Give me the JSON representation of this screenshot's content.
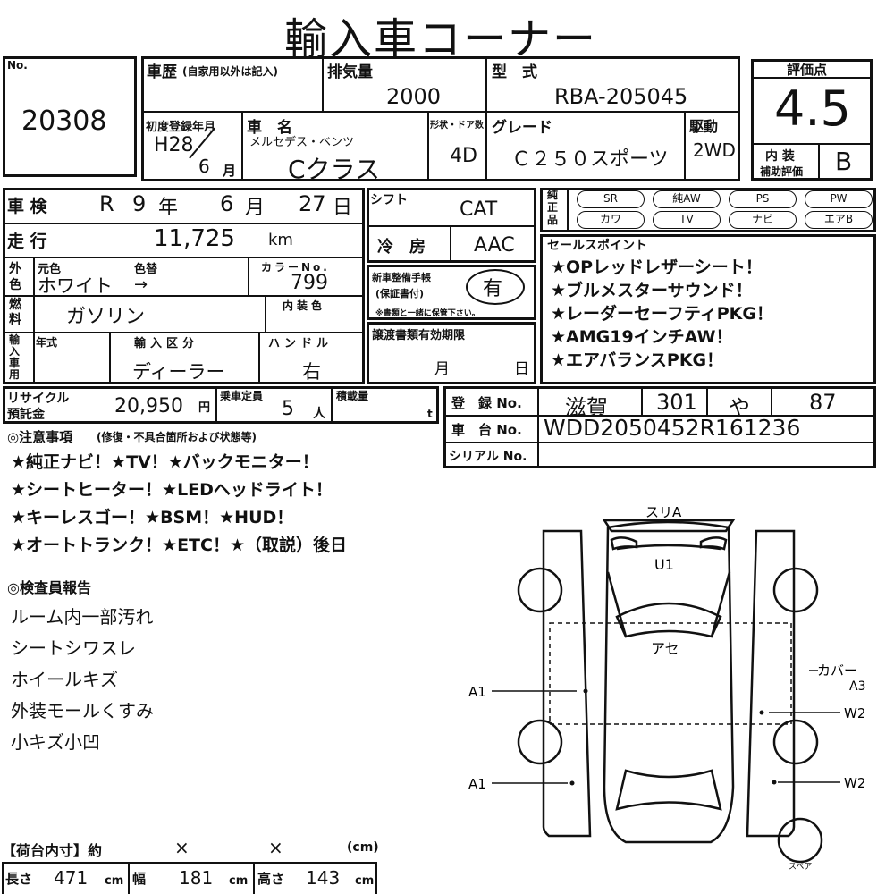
{
  "title": "輸入車コーナー",
  "no_label": "No.",
  "lot_number": "20308",
  "history_label": "車歴",
  "history_note": "(自家用以外は記入)",
  "displacement_label": "排気量",
  "displacement": "2000",
  "model_label": "型　式",
  "model_code": "RBA-205045",
  "first_reg_label": "初度登録年月",
  "first_reg_era_year": "H28",
  "first_reg_month": "6",
  "first_reg_month_unit": "月",
  "car_name_label": "車　名",
  "maker": "メルセデス・ベンツ",
  "car_name": "Cクラス",
  "body_label": "形状・ドア数",
  "doors": "4D",
  "grade_label": "グレード",
  "grade": "Ｃ２５０スポーツ",
  "drive_label": "駆動",
  "drive": "2WD",
  "score_label": "評価点",
  "score": "4.5",
  "interior_label_1": "内 装",
  "interior_label_2": "補助評価",
  "interior_score": "B",
  "inspection_label": "車 検",
  "inspection_era": "R",
  "inspection_year": "9",
  "inspection_month": "6",
  "inspection_day": "27",
  "unit_year": "年",
  "unit_month": "月",
  "unit_day": "日",
  "shift_label": "シフト",
  "shift": "CAT",
  "mileage_label": "走 行",
  "mileage": "11,725",
  "mileage_unit": "km",
  "ac_label": "冷　房",
  "ac": "AAC",
  "exterior_label": "外色",
  "original_color_label": "元色",
  "repaint_label": "色替",
  "color": "ホワイト",
  "color_arrow": "→",
  "color_no_label": "カラーNo.",
  "color_no": "799",
  "warranty_label_1": "新車整備手帳",
  "warranty_label_2": "(保証書付)",
  "warranty_value": "有",
  "warranty_note": "※書類と一緒に保管下さい。",
  "equipment_label": "純正品",
  "equipment": [
    "SR",
    "純AW",
    "PS",
    "PW",
    "カワ",
    "TV",
    "ナビ",
    "エアB"
  ],
  "sales_label": "セールスポイント",
  "sales_points": [
    "★OPレッドレザーシート！",
    "★ブルメスターサウンド！",
    "★レーダーセーフティPKG！",
    "★AMG19インチAW！",
    "★エアバランスPKG！"
  ],
  "fuel_label": "燃料",
  "fuel": "ガソリン",
  "interior_color_label": "内装色",
  "import_label": "輸入車用",
  "model_year_label": "年式",
  "import_type_label": "輸入区分",
  "import_type": "ディーラー",
  "handle_label": "ハンドル",
  "handle": "右",
  "transfer_label": "譲渡書類有効期限",
  "transfer_month": "月",
  "transfer_day": "日",
  "recycle_label_1": "リサイクル",
  "recycle_label_2": "預託金",
  "recycle_amount": "20,950",
  "recycle_unit": "円",
  "capacity_label": "乗車定員",
  "capacity": "5",
  "capacity_unit": "人",
  "load_label": "積載量",
  "load_unit": "t",
  "reg_label": "登　録 No.",
  "reg_area": "滋賀",
  "reg_class": "301",
  "reg_kana": "や",
  "reg_number": "87",
  "chassis_label": "車　台 No.",
  "chassis": "WDD2050452R161236",
  "serial_label": "シリアル No.",
  "notes_heading": "◎注意事項",
  "notes_heading_sub": "(修復・不具合箇所および状態等)",
  "notes": [
    "★純正ナビ！★TV！★バックモニター！",
    "★シートヒーター！★LEDヘッドライト！",
    "★キーレスゴー！★BSM！★HUD！",
    "★オートトランク！★ETC！★（取説）後日"
  ],
  "inspector_heading": "◎検査員報告",
  "inspector_notes": [
    "ルーム内一部汚れ",
    "シートシワスレ",
    "ホイールキズ",
    "外装モールくすみ",
    "小キズ小凹"
  ],
  "diagram": {
    "top": "スリA",
    "roof": "U1",
    "hood": "アセ",
    "left_front": "A1",
    "left_rear": "A1",
    "right_cover_1": "カバー",
    "right_cover_2": "A3",
    "right_w_front": "W2",
    "right_w_rear": "W2",
    "spare": "スペア"
  },
  "cargo_label": "【荷台内寸】約",
  "cargo_x1": "×",
  "cargo_x2": "×",
  "cargo_unit": "(cm)",
  "length_label": "長さ",
  "length": "471",
  "width_label": "幅",
  "width": "181",
  "height_label": "高さ",
  "height": "143",
  "cm": "cm"
}
